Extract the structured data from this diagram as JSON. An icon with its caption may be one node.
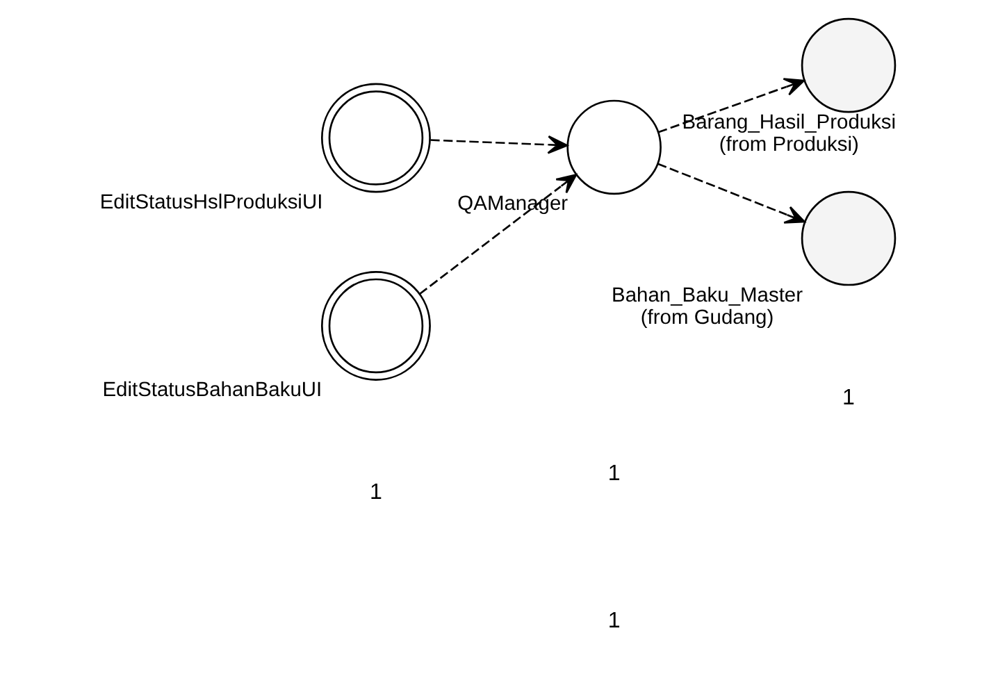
{
  "diagram": {
    "nodes": [
      {
        "text": [
          "EditStatusHslProduksiUI"
        ]
      },
      {
        "text": [
          "EditStatusBahanBakuUI"
        ]
      },
      {
        "text": [
          "QAManager"
        ]
      },
      {
        "text": [
          "Barang_Hasil_Produksi"
        ],
        "beside": [
          "(from Produksi)"
        ]
      },
      {
        "text": [
          "Bahan_Baku_Master"
        ],
        "beside": [
          "(from Gudang)"
        ]
      }
    ],
    "edges": [
      {
        "from": 0,
        "to": 2,
        "arrow": "to",
        "style": "dashed"
      },
      {
        "from": 1,
        "to": 2,
        "arrow": "to",
        "style": "dashed"
      },
      {
        "from": 2,
        "to": 3,
        "arrow": "to",
        "style": "dashed"
      },
      {
        "from": 2,
        "to": 4,
        "arrow": "to",
        "style": "dashed"
      }
    ],
    "labels": [
      "1",
      "1",
      "1",
      "1"
    ]
  }
}
